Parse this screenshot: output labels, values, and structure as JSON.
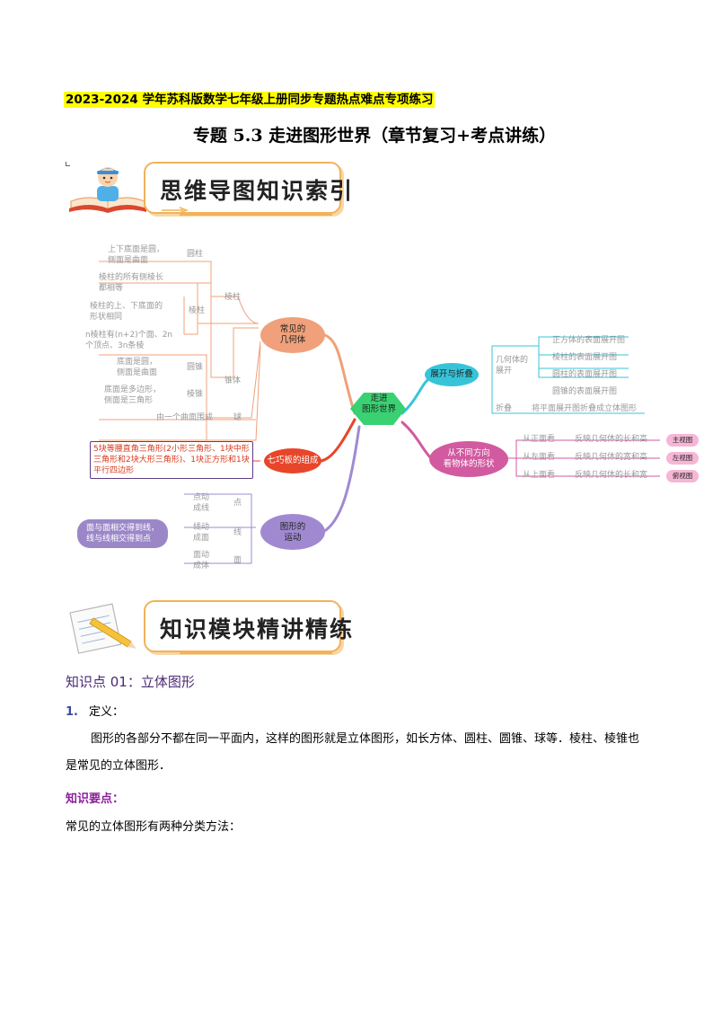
{
  "header": {
    "series": "2023-2024 学年苏科版数学七年级上册同步专题热点难点专项练习",
    "title": "专题 5.3  走进图形世界（章节复习+考点讲练）"
  },
  "banners": {
    "mindmap": "思维导图知识索引",
    "lecture": "知识模块精讲精练"
  },
  "mindmap": {
    "center": [
      "走进",
      "图形世界"
    ],
    "common_solids": {
      "label": [
        "常见的",
        "几何体"
      ],
      "cylinder": {
        "name": "圆柱",
        "desc": [
          "上下底面是圆，",
          "侧面是曲面"
        ]
      },
      "prism": {
        "name": "棱柱",
        "desc1": [
          "棱柱的所有侧棱长",
          "都相等"
        ],
        "desc2": [
          "棱柱的上、下底面的",
          "形状相同"
        ],
        "desc3": [
          "n棱柱有(n+2)个面、2n",
          "个顶点、3n条棱"
        ]
      },
      "pyramid_group": "锥体",
      "cone": {
        "name": "圆锥",
        "desc": [
          "底面是圆，",
          "侧面是曲面"
        ]
      },
      "pyramid": {
        "name": "棱锥",
        "desc": [
          "底面是多边形，",
          "侧面是三角形"
        ]
      },
      "sphere": {
        "name": "球",
        "desc": "由一个曲面围成"
      }
    },
    "tangram": {
      "label": "七巧板的组成",
      "desc": [
        "5块等腰直角三角形(2小形三角形、1块中形",
        "三角形和2块大形三角形)、1块正方形和1块",
        "平行四边形"
      ]
    },
    "motion": {
      "label": [
        "图形的",
        "运动"
      ],
      "point": {
        "name": "点",
        "desc": [
          "点动",
          "成线"
        ]
      },
      "line": {
        "name": "线",
        "desc": [
          "线动",
          "成面"
        ]
      },
      "face": {
        "name": "面",
        "desc": [
          "面动",
          "成体"
        ]
      },
      "intersection": [
        "面与面相交得到线，",
        "线与线相交得到点"
      ]
    },
    "unfold": {
      "label": "展开与折叠",
      "nets_label": [
        "几何体的",
        "展开"
      ],
      "nets": [
        "正方体的表面展开图",
        "棱柱的表面展开图",
        "圆柱的表面展开图",
        "圆锥的表面展开图"
      ],
      "fold_label": "折叠",
      "fold_desc": "将平面展开图折叠成立体图形"
    },
    "views": {
      "label": [
        "从不同方向",
        "看物体的形状"
      ],
      "items": [
        {
          "dir": "从正面看",
          "desc": "反映几何体的长和高",
          "tag": "主视图"
        },
        {
          "dir": "从左面看",
          "desc": "反映几何体的宽和高",
          "tag": "左视图"
        },
        {
          "dir": "从上面看",
          "desc": "反映几何体的长和宽",
          "tag": "俯视图"
        }
      ]
    }
  },
  "knowledge": {
    "title_prefix": "知识点 01：",
    "title_name": "立体图形",
    "def_num": "1.",
    "def_label": "定义：",
    "definition": "图形的各部分不都在同一平面内，这样的图形就是立体图形，如长方体、圆柱、圆锥、球等．棱柱、棱锥也是常见的立体图形．",
    "points_label": "知识要点：",
    "points_body": "常见的立体图形有两种分类方法："
  },
  "colors": {
    "orange": "#f0a07a",
    "red": "#e8462a",
    "purple": "#a189d2",
    "cyan": "#37c4d8",
    "hex": "#2fcf6a",
    "magenta": "#d25aa0",
    "highlight": "#ffff00",
    "banner_border": "#f2b25a"
  }
}
